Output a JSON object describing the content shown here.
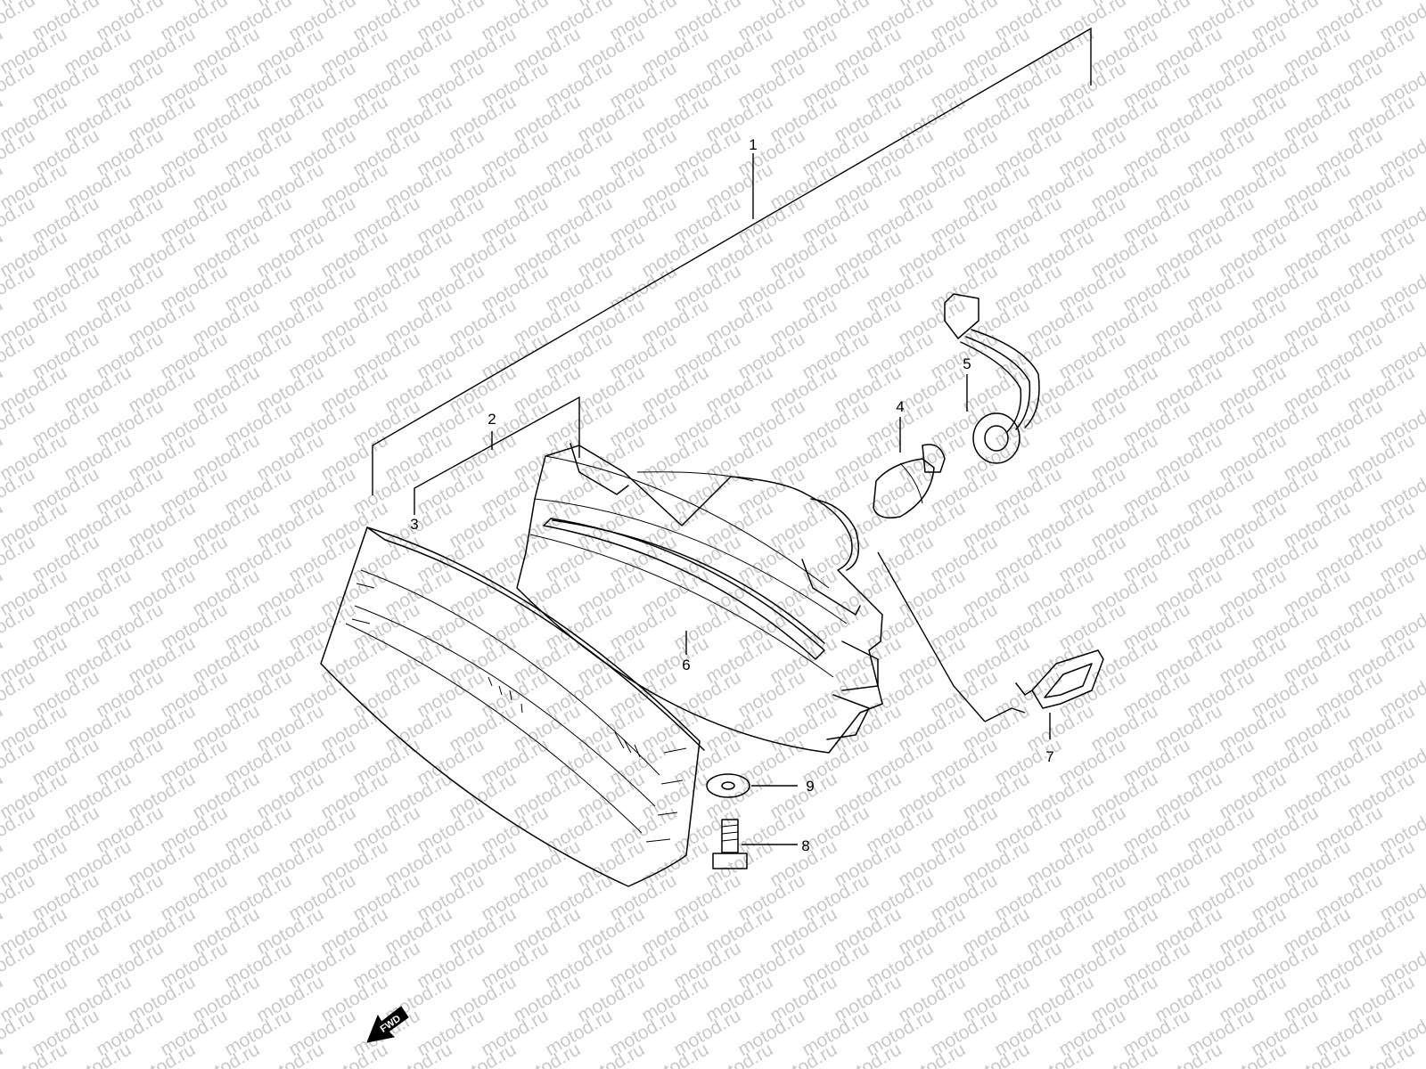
{
  "watermark": {
    "text": "motod.ru",
    "color": "#c9c9c9"
  },
  "callouts": {
    "c1": "1",
    "c2": "2",
    "c3": "3",
    "c4": "4",
    "c5": "5",
    "c6": "6",
    "c7": "7",
    "c8": "8",
    "c9": "9"
  },
  "fwd_label": "FWD"
}
